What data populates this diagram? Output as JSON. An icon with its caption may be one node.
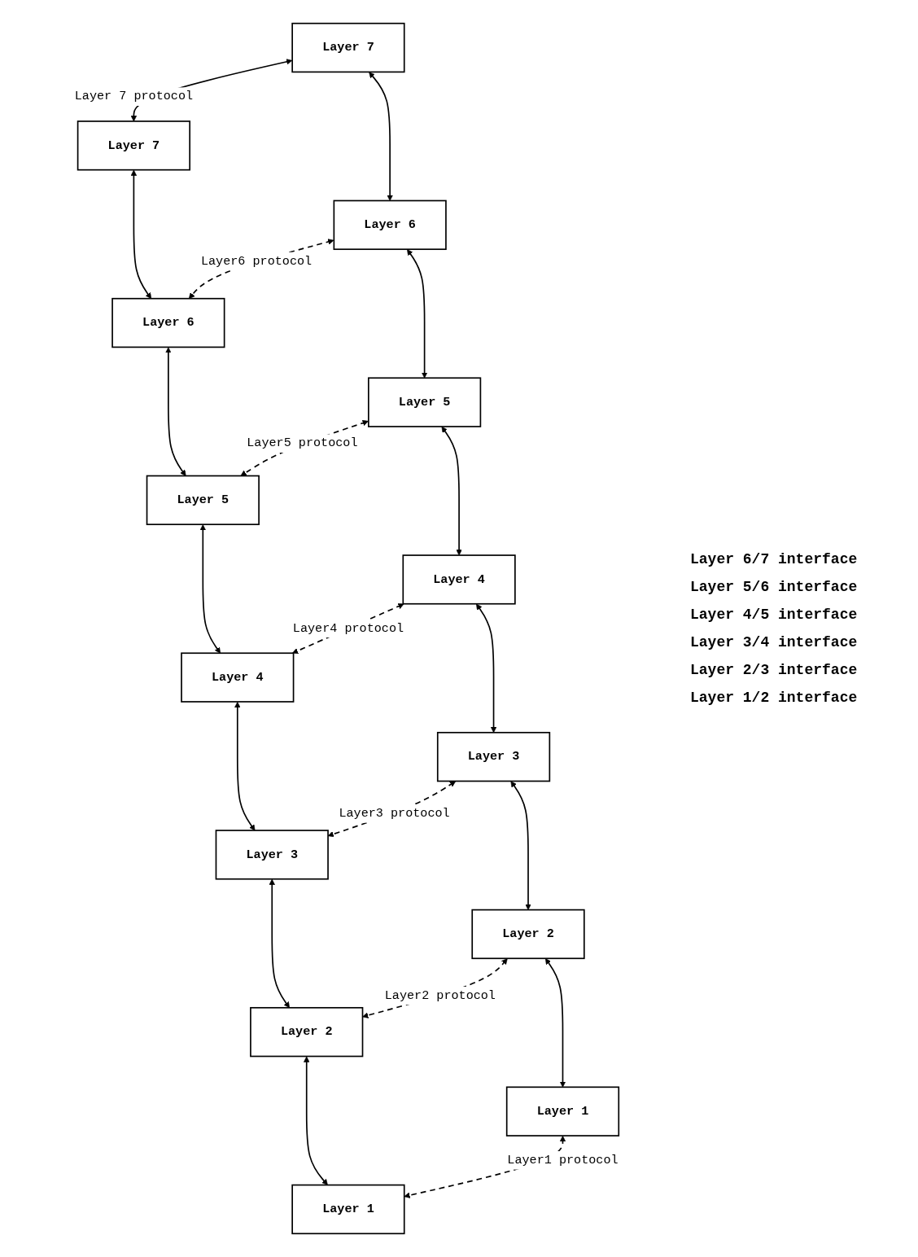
{
  "diagram": {
    "nodes": [
      {
        "text": [
          "Layer 7"
        ]
      },
      {
        "text": [
          "Layer 7"
        ]
      },
      {
        "text": [
          "Layer 6"
        ]
      },
      {
        "text": [
          "Layer 6"
        ]
      },
      {
        "text": [
          "Layer 5"
        ]
      },
      {
        "text": [
          "Layer 5"
        ]
      },
      {
        "text": [
          "Layer 4"
        ]
      },
      {
        "text": [
          "Layer 4"
        ]
      },
      {
        "text": [
          "Layer 3"
        ]
      },
      {
        "text": [
          "Layer 3"
        ]
      },
      {
        "text": [
          "Layer 2"
        ]
      },
      {
        "text": [
          "Layer 2"
        ]
      },
      {
        "text": [
          "Layer 1"
        ]
      },
      {
        "text": [
          "Layer 1"
        ]
      }
    ],
    "edges": [
      {
        "from": 0,
        "to": 1,
        "arrow": "both",
        "label": "Layer 7 protocol"
      },
      {
        "from": 0,
        "to": 2,
        "arrow": "both"
      },
      {
        "from": 1,
        "to": 3,
        "arrow": "both"
      },
      {
        "from": 2,
        "to": 3,
        "arrow": "both",
        "label": "Layer6 protocol",
        "style": "dashed"
      },
      {
        "from": 2,
        "to": 4,
        "arrow": "both"
      },
      {
        "from": 3,
        "to": 5,
        "arrow": "both"
      },
      {
        "from": 4,
        "to": 5,
        "arrow": "both",
        "label": "Layer5 protocol",
        "style": "dashed"
      },
      {
        "from": 4,
        "to": 6,
        "arrow": "both"
      },
      {
        "from": 5,
        "to": 7,
        "arrow": "both"
      },
      {
        "from": 6,
        "to": 7,
        "arrow": "both",
        "label": "Layer4 protocol",
        "style": "dashed"
      },
      {
        "from": 6,
        "to": 8,
        "arrow": "both"
      },
      {
        "from": 7,
        "to": 9,
        "arrow": "both"
      },
      {
        "from": 8,
        "to": 9,
        "arrow": "both",
        "label": "Layer3 protocol",
        "style": "dashed"
      },
      {
        "from": 8,
        "to": 10,
        "arrow": "both"
      },
      {
        "from": 9,
        "to": 11,
        "arrow": "both"
      },
      {
        "from": 10,
        "to": 11,
        "arrow": "both",
        "label": "Layer2 protocol",
        "style": "dashed"
      },
      {
        "from": 10,
        "to": 12,
        "arrow": "both"
      },
      {
        "from": 11,
        "to": 13,
        "arrow": "both"
      },
      {
        "from": 12,
        "to": 13,
        "arrow": "both",
        "label": "Layer1 protocol",
        "style": "dashed"
      }
    ],
    "labels": [
      "Layer 6/7 interface",
      "Layer 5/6 interface",
      "Layer 4/5 interface",
      "Layer 3/4 interface",
      "Layer 2/3 interface",
      "Layer 1/2 interface"
    ]
  }
}
